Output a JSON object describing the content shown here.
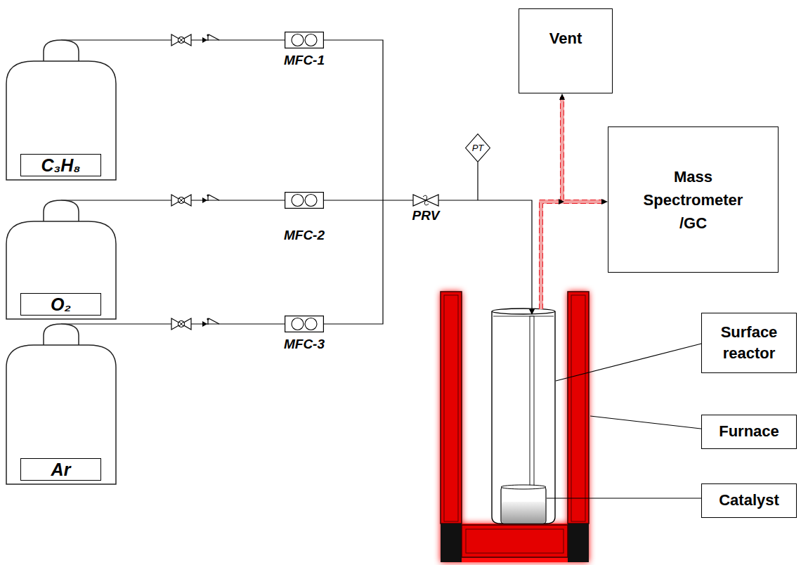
{
  "diagram": {
    "nodes": [
      {
        "text": [
          "C₃H₈"
        ]
      },
      {
        "text": [
          "O₂"
        ]
      },
      {
        "text": [
          "Ar"
        ]
      },
      {
        "text": [
          "MFC-1"
        ]
      },
      {
        "text": [
          "MFC-2"
        ]
      },
      {
        "text": [
          "MFC-3"
        ]
      },
      {
        "text": [
          "PT"
        ]
      },
      {
        "text": [
          "Vent"
        ]
      },
      {
        "text": [
          "Mass Spectrometer /GC"
        ]
      },
      {
        "text": [
          "Surface reactor"
        ]
      },
      {
        "text": [
          "Furnace"
        ]
      },
      {
        "text": [
          "Catalyst"
        ]
      }
    ],
    "edges": [
      {
        "from": 0,
        "to": 3,
        "arrow": "none"
      },
      {
        "from": 1,
        "to": 4,
        "arrow": "none"
      },
      {
        "from": 2,
        "to": 5,
        "arrow": "none"
      }
    ],
    "labels": [
      "PRV"
    ]
  }
}
